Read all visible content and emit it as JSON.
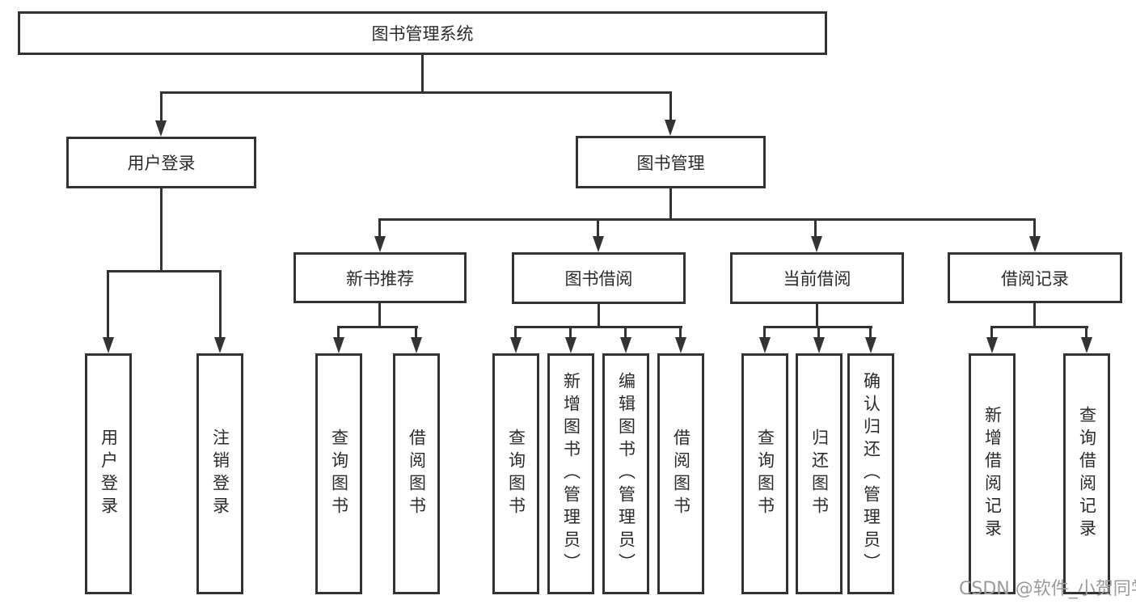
{
  "diagram_type": "tree",
  "root": {
    "label": "图书管理系统"
  },
  "branches": [
    {
      "label": "用户登录",
      "children": [
        {
          "label": "用户登录"
        },
        {
          "label": "注销登录"
        }
      ]
    },
    {
      "label": "图书管理",
      "children": [
        {
          "label": "新书推荐",
          "children": [
            {
              "label": "查询图书"
            },
            {
              "label": "借阅图书"
            }
          ]
        },
        {
          "label": "图书借阅",
          "children": [
            {
              "label": "查询图书"
            },
            {
              "label": "新增图书（管理员）"
            },
            {
              "label": "编辑图书（管理员）"
            },
            {
              "label": "借阅图书"
            }
          ]
        },
        {
          "label": "当前借阅",
          "children": [
            {
              "label": "查询图书"
            },
            {
              "label": "归还图书"
            },
            {
              "label": "确认归还（管理员）"
            }
          ]
        },
        {
          "label": "借阅记录",
          "children": [
            {
              "label": "新增借阅记录"
            },
            {
              "label": "查询借阅记录"
            }
          ]
        }
      ]
    }
  ],
  "watermark": "CSDN @软件_小贺同学",
  "colors": {
    "line": "#333333",
    "box_border": "#333333",
    "text": "#2b2b2b",
    "background": "#ffffff",
    "watermark": "#9b9b9b"
  }
}
